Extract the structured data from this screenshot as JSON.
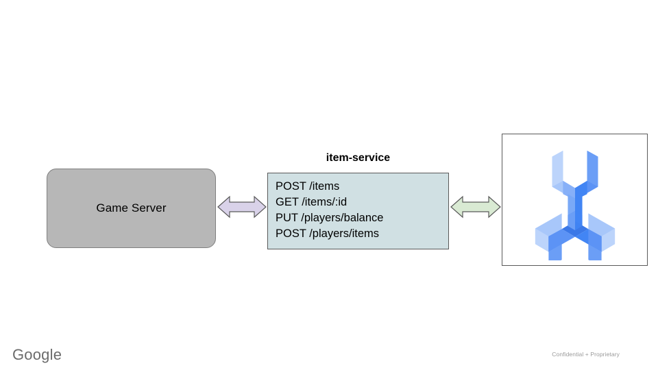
{
  "slide": {
    "background_color": "#ffffff"
  },
  "nodes": {
    "game_server": {
      "label": "Game Server",
      "fill_color": "#b7b7b7",
      "border_color": "#7f7f7f"
    },
    "item_service": {
      "title": "item-service",
      "fill_color": "#d0e0e3",
      "border_color": "#595959",
      "endpoints": [
        "POST /items",
        "GET /items/:id",
        "PUT /players/balance",
        "POST /players/items"
      ]
    },
    "agones_image": {
      "icon_name": "agones-wrench-logo",
      "border_color": "#595959",
      "colors": {
        "light": "#a8c7fa",
        "medium": "#669df6",
        "dark": "#4285f4",
        "darkest": "#3b78e7"
      }
    }
  },
  "connectors": [
    {
      "name": "game-server-to-item-service",
      "icon_name": "double-headed-arrow-icon",
      "fill_color": "#d9d2e9",
      "border_color": "#595959"
    },
    {
      "name": "item-service-to-agones",
      "icon_name": "double-headed-arrow-icon",
      "fill_color": "#d9ead3",
      "border_color": "#595959"
    }
  ],
  "footer": {
    "brand": "Google",
    "brand_color": "#6b6b6b",
    "confidentiality": "Confidential + Proprietary",
    "confidentiality_color": "#9a9a9a"
  }
}
